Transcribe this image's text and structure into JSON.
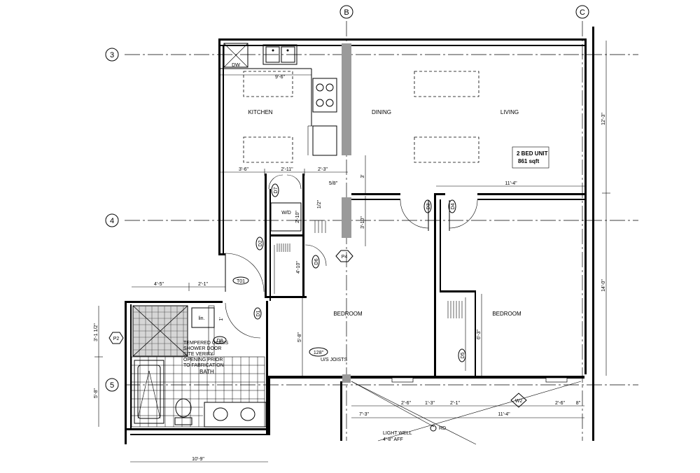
{
  "grid": {
    "b": "B",
    "c": "C",
    "r3": "3",
    "r4": "4",
    "r5": "5"
  },
  "rooms": {
    "kitchen": "KITCHEN",
    "dining": "DINING",
    "living": "LIVING",
    "bedroom_left": "BEDROOM",
    "bedroom_right": "BEDROOM",
    "bath": "BATH",
    "lin": "lin."
  },
  "unit": {
    "title": "2 BED UNIT",
    "area": "861 sqft"
  },
  "labels": {
    "dw": "DW",
    "wd": "W/D",
    "joists_height": "128\"",
    "joists": "U/S JOISTS",
    "light_well_1": "LIGHT WELL",
    "light_well_2": "4'-8\" AFF",
    "rd": "RD",
    "shower_note": [
      "TEMPERED GLASS",
      "SHOWER DOOR",
      "SITE VERIFY",
      "OPENING PRIOR",
      "TO FABRICATION"
    ]
  },
  "tags": {
    "p2": "P2",
    "p4": "P4",
    "w2": "W2",
    "t01": "T01",
    "d2": "D2",
    "d3": "D3",
    "d4": "D4",
    "d5": "D5",
    "d6": "D6",
    "d7": "D7",
    "d8": "D8",
    "d1": "D1"
  },
  "dims": {
    "k_top": "9'-6\"",
    "k_1": "3'-6\"",
    "k_2": "2'-11\"",
    "k_3": "2'-3\"",
    "k_vert": "3'",
    "small_1": "5/8\"",
    "small_2": "1/2\"",
    "wd_w": "2'-10\"",
    "v_314": "3'-10\"",
    "closet": "4'-10\"",
    "liv_w": "11'-4\"",
    "r_h1": "12'-3\"",
    "r_h2": "14'-0\"",
    "bed_v": "5'-8\"",
    "bed_v2": "6'-3\"",
    "bath_1": "4'-5\"",
    "bath_2": "2'-1\"",
    "bath_v1": "3'-1 1/2\"",
    "bath_v2": "5'-8\"",
    "bath_w": "10'-9\"",
    "b_1": "7'-3\"",
    "b_2": "2'-6\"",
    "b_3": "1'-3\"",
    "b_4": "2'-1\"",
    "b_5": "11'-4\"",
    "b_6": "2'-6\"",
    "b_7": "8\"",
    "b_small": "1'"
  }
}
